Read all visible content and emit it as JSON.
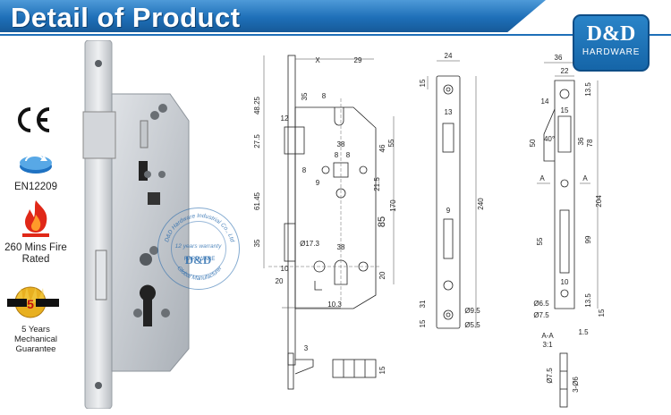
{
  "header": {
    "title": "Detail of Product"
  },
  "brand": {
    "logo_main": "D&D",
    "logo_sub": "HARDWARE"
  },
  "certifications": [
    {
      "icon": "ce-mark-icon",
      "label": ""
    },
    {
      "icon": "en12209-icon",
      "label": "EN12209"
    },
    {
      "icon": "fire-icon",
      "label": "260 Mins Fire Rated"
    },
    {
      "icon": "anvil-years-icon",
      "label": "5 Years Mechanical Guarantee"
    }
  ],
  "watermark": {
    "company": "D&D Hardware Industrial Co., Ltd",
    "warranty": "12 years warranty",
    "brand": "D&D",
    "sub": "HARDWARE",
    "tagline": "Global Manufacturer"
  },
  "drawing_front": {
    "x_label": "X",
    "dims": [
      "29",
      "48.25",
      "35",
      "8",
      "12",
      "27.5",
      "38",
      "8",
      "8",
      "46",
      "55",
      "8",
      "9",
      "21.5",
      "61.45",
      "85",
      "170",
      "35",
      "Ø17.3",
      "38",
      "10",
      "20",
      "20",
      "10.3"
    ]
  },
  "drawing_faceplate": {
    "dims": [
      "24",
      "15",
      "13",
      "9",
      "240",
      "31",
      "Ø9.5",
      "Ø5.5",
      "15"
    ]
  },
  "drawing_strike": {
    "dims": [
      "36",
      "22",
      "13.5",
      "14",
      "15",
      "50",
      "40°",
      "36",
      "78",
      "A",
      "A",
      "204",
      "55",
      "99",
      "10",
      "Ø6.5",
      "Ø7.5",
      "13.5",
      "15"
    ]
  },
  "drawing_latch": {
    "dims": [
      "3",
      "15"
    ]
  },
  "drawing_section": {
    "dims": [
      "A-A",
      "3:1",
      "1.5",
      "Ø7.5",
      "3-Ø6"
    ]
  }
}
